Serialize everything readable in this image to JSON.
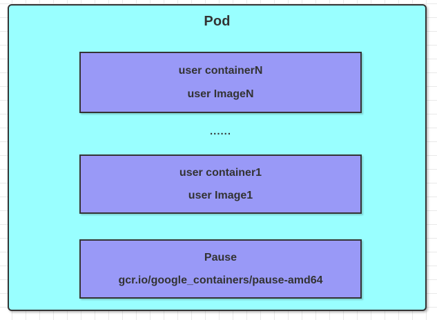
{
  "diagram": {
    "pod_label": "Pod",
    "ellipsis": "......",
    "containers": [
      {
        "name": "user containerN",
        "image": "user ImageN"
      },
      {
        "name": "user container1",
        "image": "user Image1"
      },
      {
        "name": "Pause",
        "image": "gcr.io/google_containers/pause-amd64"
      }
    ],
    "colors": {
      "pod_fill": "#99ffff",
      "container_fill": "#9999f7",
      "border": "#333333",
      "text": "#333333",
      "grid_line": "#e9e9e9",
      "canvas_bg": "#ffffff"
    }
  }
}
